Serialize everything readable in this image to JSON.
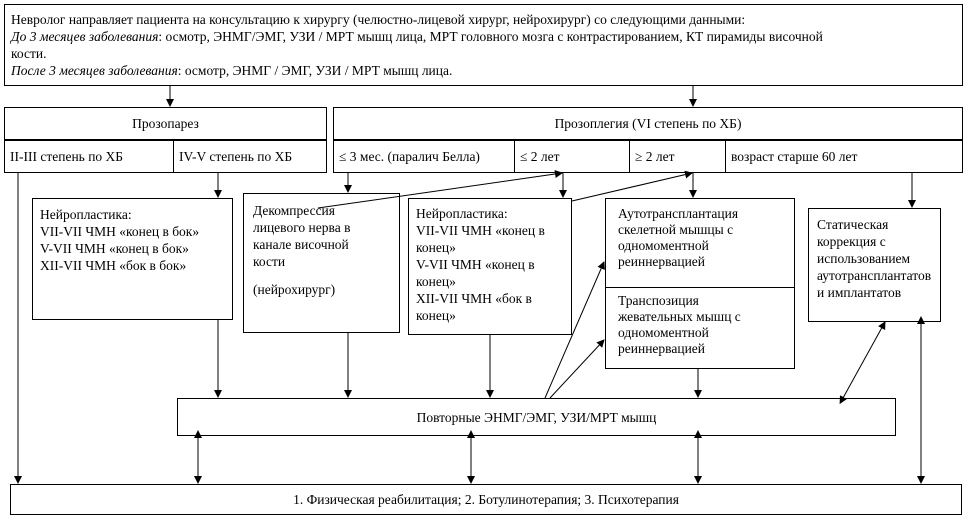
{
  "intro": {
    "line1": "Невролог направляет пациента на консультацию к хирургу (челюстно-лицевой хирург, нейрохирург) со следующими данными:",
    "before_label": "До 3 месяцев заболевания",
    "before_text": ": осмотр, ЭНМГ/ЭМГ, УЗИ / МРТ мышц лица, МРТ головного мозга с контрастированием, КТ пирамиды височной",
    "before_text2": "кости.",
    "after_label": "После 3 месяцев заболевания",
    "after_text": ": осмотр, ЭНМГ / ЭМГ, УЗИ / МРТ мышц лица."
  },
  "prosoparez": {
    "title": "Прозопарез",
    "grade_a": "II-III  степень по ХБ",
    "grade_b": "IV-V  степень по ХБ"
  },
  "prosoplegia": {
    "title": "Прозоплегия (VI степень по ХБ)",
    "col1": "≤ 3 мес. (паралич Белла)",
    "col2": "≤ 2 лет",
    "col3": "≥ 2 лет",
    "col4": "возраст старше 60 лет"
  },
  "neuro1": {
    "title": "Нейропластика:",
    "l1": "VII-VII  ЧМН «конец в бок»",
    "l2": "V-VII  ЧМН «конец в бок»",
    "l3": "XII-VII  ЧМН «бок в бок»"
  },
  "decompression": {
    "l1": "Декомпрессия",
    "l2": "лицевого нерва в",
    "l3": "канале височной",
    "l4": "кости",
    "note": "(нейрохирург)"
  },
  "neuro2": {
    "title": "Нейропластика:",
    "l1": "VII-VII  ЧМН «конец в",
    "l2": "конец»",
    "l3": "V-VII  ЧМН «конец в",
    "l4": "конец»",
    "l5": "XII-VII  ЧМН «бок в",
    "l6": "конец»"
  },
  "autotransplant": {
    "l1": "Аутотрансплантация",
    "l2": "скелетной мышцы с",
    "l3": "одномоментной",
    "l4": "реиннервацией"
  },
  "transposition": {
    "l1": "Транспозиция",
    "l2": "жевательных мышц с",
    "l3": "одномоментной",
    "l4": "реиннервацией"
  },
  "static": {
    "l1": "Статическая",
    "l2": "коррекция с",
    "l3": "использованием",
    "l4": "аутотрансплантатов",
    "l5": "и имплантатов"
  },
  "repeat": {
    "text": "Повторные ЭНМГ/ЭМГ, УЗИ/МРТ мышц"
  },
  "final": {
    "text": "1. Физическая реабилитация; 2. Ботулинотерапия; 3. Психотерапия"
  }
}
